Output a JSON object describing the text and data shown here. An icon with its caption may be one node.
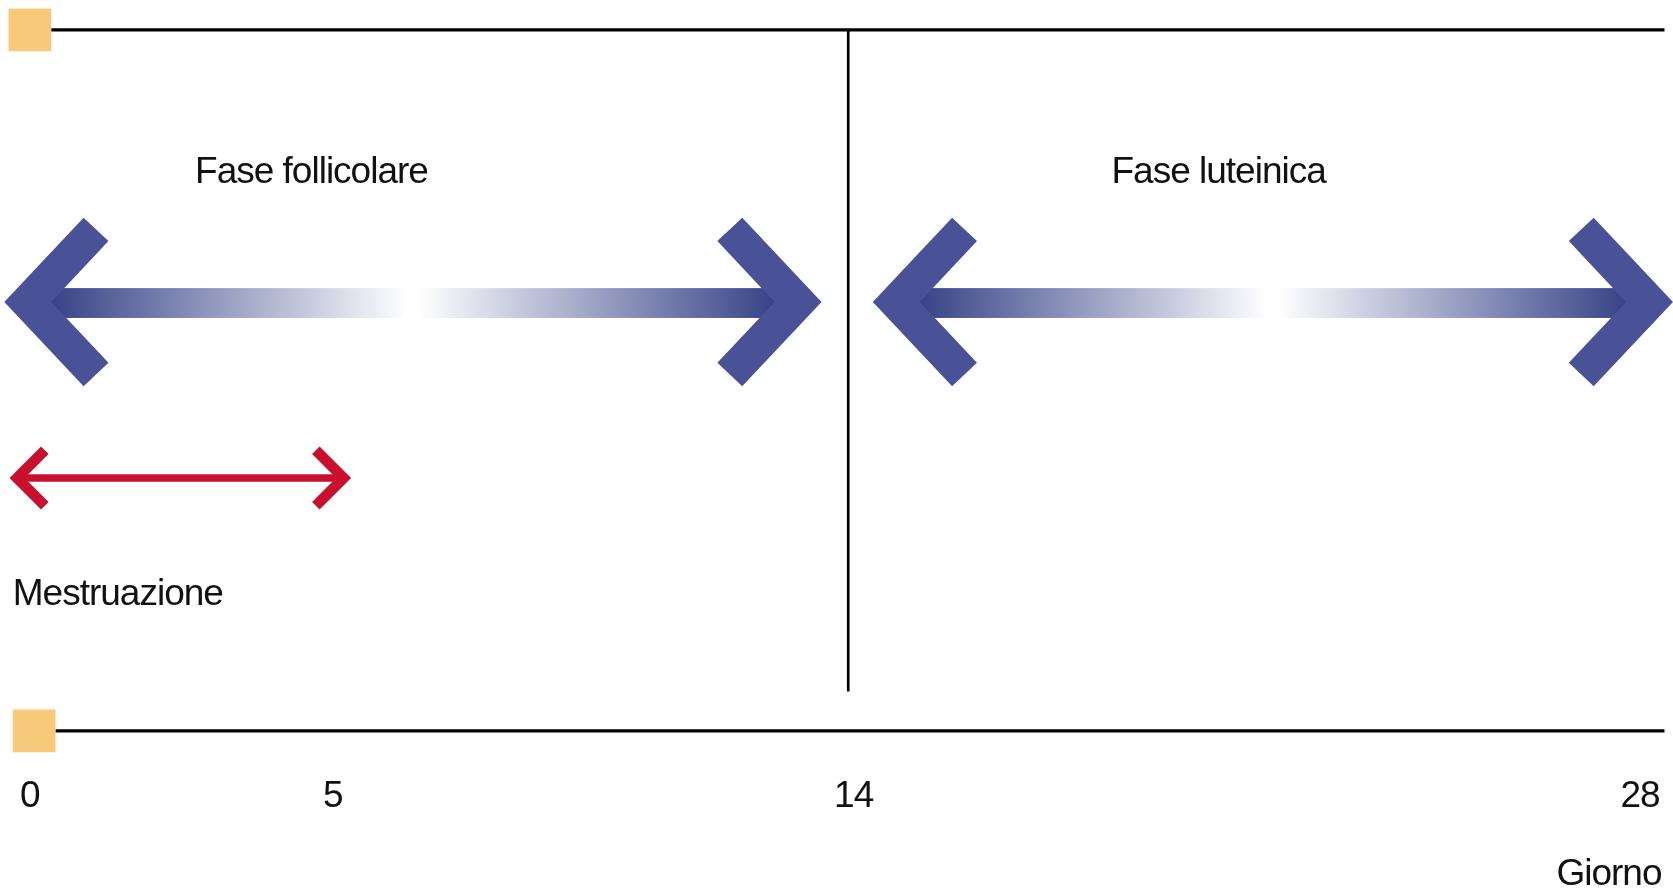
{
  "diagram": {
    "labels": [
      "Fase follicolare",
      "Fase luteinica",
      "Mestruazione",
      "0",
      "5",
      "14",
      "28",
      "Giorno"
    ]
  }
}
